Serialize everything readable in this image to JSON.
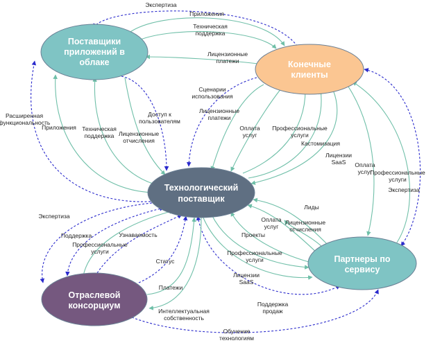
{
  "nodes": {
    "cloud": {
      "line1": "Поставщики",
      "line2": "приложений в",
      "line3": "облаке",
      "color": "#7fc4c4"
    },
    "clients": {
      "line1": "Конечные",
      "line2": "клиенты",
      "color": "#fbc692"
    },
    "tech": {
      "line1": "Технологический",
      "line2": "поставщик",
      "color": "#5f6f82"
    },
    "consortium": {
      "line1": "Отраслевой",
      "line2": "консорциум",
      "color": "#75587f"
    },
    "partners": {
      "line1": "Партнеры по",
      "line2": "сервису",
      "color": "#7fc4c4"
    }
  },
  "edges": {
    "expertise_top": "Экспертиза",
    "applications_top": "Приложения",
    "tech_support_top_1": "Техническая",
    "tech_support_top_2": "поддержка",
    "license_top_1": "Лицензионные",
    "license_top_2": "платежи",
    "scenarios_1": "Сценарии",
    "scenarios_2": "использования",
    "license_mid_1": "Лицензионные",
    "license_mid_2": "платежи",
    "payment_mid_1": "Оплата",
    "payment_mid_2": "услуг",
    "prof_mid_1": "Профессиональные",
    "prof_mid_2": "услуги",
    "customization": "Кастомизация",
    "saas_mid_1": "Лицензии",
    "saas_mid_2": "SaaS",
    "payment_right_1": "Оплата",
    "payment_right_2": "услуг",
    "prof_right_1": "Профессиональные",
    "prof_right_2": "услуги",
    "expertise_right": "Экспертиза",
    "extended_1": "Расширенная",
    "extended_2": "функциональность",
    "apps_left": "Приложения",
    "tech_support_left_1": "Техническая",
    "tech_support_left_2": "поддержка",
    "license_left_1": "Лицензионные",
    "license_left_2": "отчисления",
    "access_1": "Доступ к",
    "access_2": "пользователям",
    "leads": "Лиды",
    "payment_partner_1": "Оплата",
    "payment_partner_2": "услуг",
    "license_partner_1": "Лицензионные",
    "license_partner_2": "отчисления",
    "projects": "Проекты",
    "prof_partner_1": "Профессиональные",
    "prof_partner_2": "услуги",
    "saas_partner_1": "Лицензии",
    "saas_partner_2": "SaaS",
    "sales_support_1": "Поддержка",
    "sales_support_2": "продаж",
    "expertise_left": "Экспертиза",
    "support_left": "Поддержка",
    "prof_cons_1": "Профессиональные",
    "prof_cons_2": "услуги",
    "awareness": "Узнаваемость",
    "status": "Статус",
    "payments": "Платежи",
    "ip_1": "Интеллектуальная",
    "ip_2": "собственность",
    "training_1": "Обучение",
    "training_2": "технологиям"
  },
  "colors": {
    "solid_edge": "#6fbfa8",
    "dashed_edge": "#2a2acc",
    "node_stroke": "#6a7f94"
  }
}
